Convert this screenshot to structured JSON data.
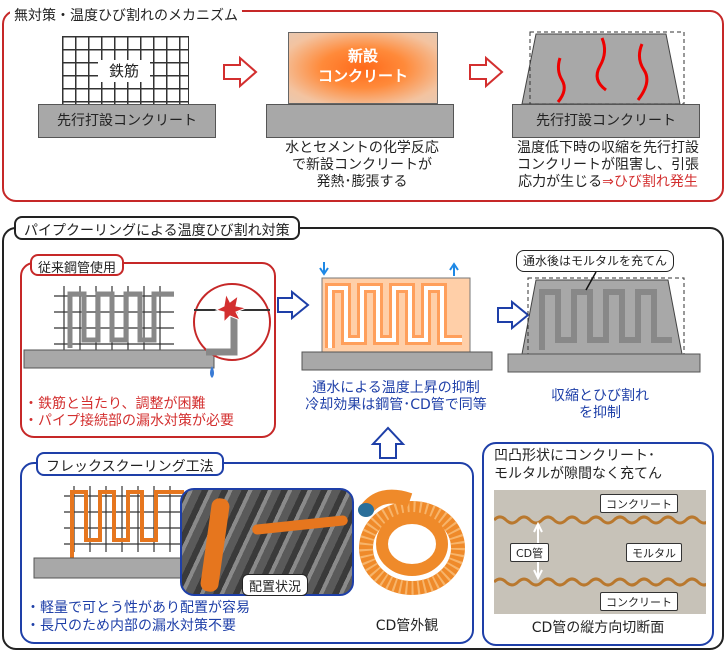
{
  "top": {
    "title": "無対策・温度ひび割れのメカニズム",
    "step1_label": "鉄筋",
    "step1_base": "先行打設コンクリート",
    "step2_block_line1": "新設",
    "step2_block_line2": "コンクリート",
    "step2_desc": [
      "水とセメントの化学反応",
      "で新設コンクリートが",
      "発熱･膨張する"
    ],
    "step3_base": "先行打設コンクリート",
    "step3_desc": [
      "温度低下時の収縮を先行打設",
      "コンクリートが阻害し、引張"
    ],
    "step3_desc_last": "応力が生じる",
    "step3_result": "⇒ひび割れ発生"
  },
  "bottom": {
    "title": "パイプクーリングによる温度ひび割れ対策",
    "conventional_tag": "従来鋼管使用",
    "conventional_notes": [
      "・鉄筋と当たり、調整が困難",
      "・パイプ接続部の漏水対策が必要"
    ],
    "middle_notes": [
      "通水による温度上昇の抑制",
      "冷却効果は鋼管･CD管で同等"
    ],
    "after_water_note": "通水後はモルタルを充てん",
    "right_notes": [
      "収縮とひび割れ",
      "を抑制"
    ],
    "flex_tag": "フレックスクーリング工法",
    "placement_label": "配置状況",
    "flex_notes": [
      "・軽量で可とう性があり配置が容易",
      "・長尺のため内部の漏水対策不要"
    ],
    "cd_exterior": "CD管外観",
    "section_note": [
      "凹凸形状にコンクリート･",
      "モルタルが隙間なく充てん"
    ],
    "section_labels": {
      "concrete_top": "コンクリート",
      "cd_pipe": "CD管",
      "mortar": "モルタル",
      "concrete_bottom": "コンクリート"
    },
    "section_caption": "CD管の縦方向切断面"
  }
}
